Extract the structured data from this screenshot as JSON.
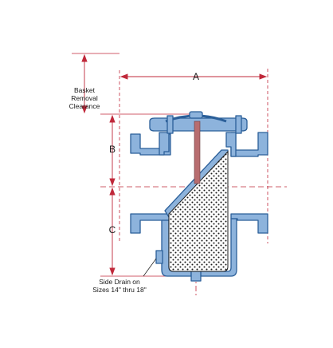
{
  "labels": {
    "dim_a": "A",
    "dim_b": "B",
    "dim_c": "C",
    "basket_clearance": [
      "Basket",
      "Removal",
      "Clearance"
    ],
    "side_drain": [
      "Side Drain on",
      "Sizes 14\" thru 18\""
    ]
  },
  "colors": {
    "body_fill": "#8db3dc",
    "body_stroke": "#2b5f99",
    "dimension_line": "#c0283a",
    "basket_dots": "#1a1a1a",
    "stem": "#b86d6f"
  }
}
